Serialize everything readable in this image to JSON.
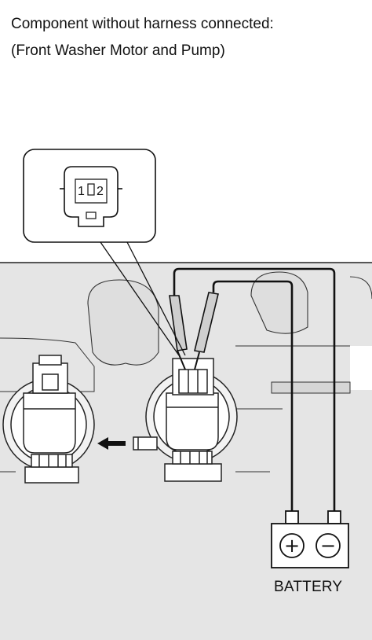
{
  "header": {
    "line1": "Component without harness connected:",
    "line2": "(Front Washer Motor and Pump)"
  },
  "connector_inset": {
    "pin_left": "1",
    "pin_right": "2"
  },
  "battery": {
    "label": "BATTERY",
    "positive_symbol": "+",
    "negative_symbol": "−"
  }
}
